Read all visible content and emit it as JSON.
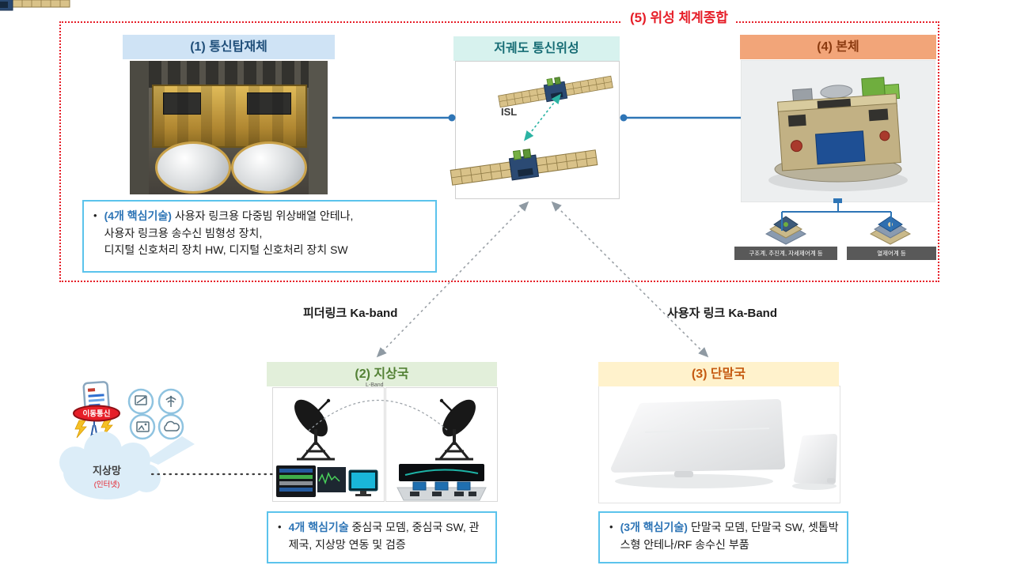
{
  "title": "(5) 위성 체계종합",
  "payload": {
    "header": "(1) 통신탑재체",
    "key_tech": {
      "bullet": "•",
      "prefix": "(4개 핵심기술)",
      "line1": " 사용자 링크용 다중빔 위상배열 안테나,",
      "line2": "사용자 링크용 송수신 빔형성 장치,",
      "line3": "디지털 신호처리 장치 HW, 디지털 신호처리 장치 SW"
    }
  },
  "leo_satellite": {
    "header": "저궤도 통신위성",
    "isl_label": "ISL"
  },
  "bus": {
    "header": "(4) 본체",
    "sub_items": [
      {
        "label": "구조계, 추진계, 자세제어계 등"
      },
      {
        "label": "열제어계 등"
      }
    ]
  },
  "links": {
    "feeder_link": "피더링크 Ka-band",
    "user_link": "사용자 링크 Ka-Band"
  },
  "ground_station": {
    "header": "(2) 지상국",
    "band_label": "L-Band",
    "key_tech": {
      "bullet": "•",
      "prefix": "4개 핵심기술",
      "text": " 중심국 모뎀, 중심국 SW,  관제국, 지상망 연동 및 검증"
    }
  },
  "terminal_station": {
    "header": "(3) 단말국",
    "key_tech": {
      "bullet": "•",
      "prefix": "(3개 핵심기술)",
      "text": " 단말국 모뎀, 단말국 SW, 셋톱박스형 안테나/RF 송수신 부품"
    }
  },
  "ground_network": {
    "mobile_badge": "이동통신",
    "cloud_label": "지상망",
    "cloud_sub_label": "(인터넷)"
  },
  "colors": {
    "accent_red": "#e61e28",
    "payload_blue": "#1f4e79",
    "leo_teal": "#176d75",
    "bus_orange": "#8a3a10",
    "ground_green": "#538135",
    "terminal_orange": "#c55a11",
    "keytech_blue": "#2e75b6",
    "connector_blue": "#2e75b6"
  }
}
